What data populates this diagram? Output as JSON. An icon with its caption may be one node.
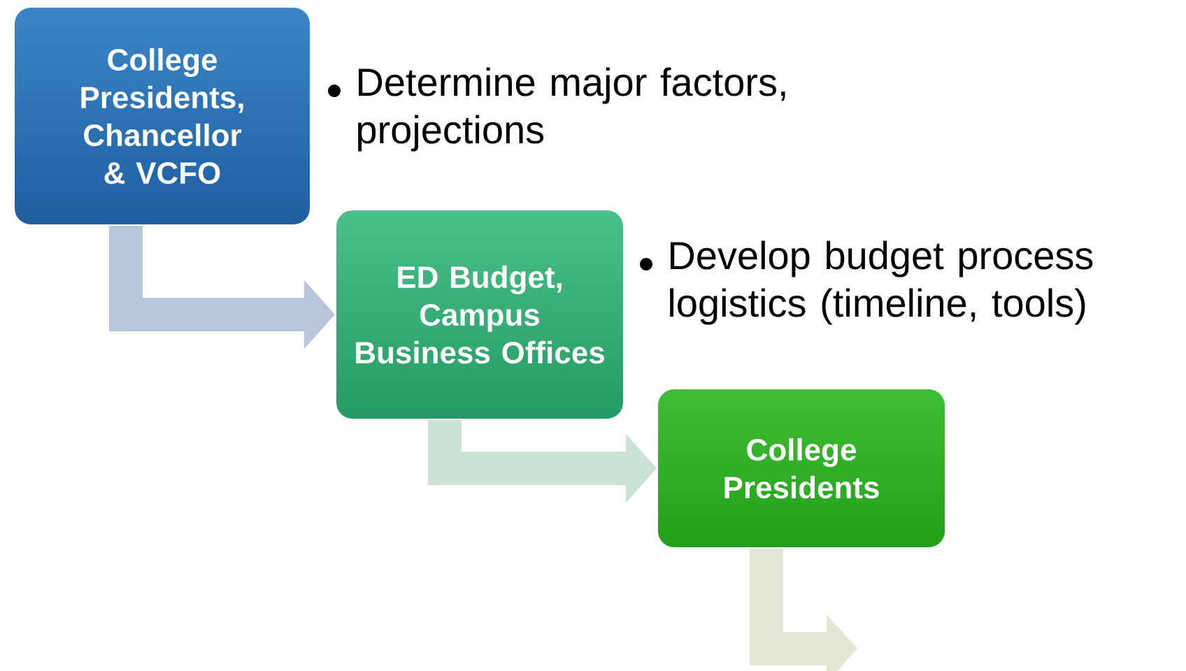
{
  "diagram": {
    "nodes": [
      {
        "text": [
          "College Presidents, Chancellor & VCFO"
        ],
        "beside": [
          "Determine major factors, projections"
        ]
      },
      {
        "text": [
          "ED Budget, Campus Business Offices"
        ],
        "beside": [
          "Develop budget process logistics (timeline, tools)"
        ]
      },
      {
        "text": [
          "College Presidents"
        ]
      }
    ],
    "edges": [
      {
        "from": 0,
        "to": 1,
        "arrow": "to",
        "color": "#b9c5da"
      },
      {
        "from": 1,
        "to": 2,
        "arrow": "to",
        "color": "#c9e2d5"
      },
      {
        "from": 2,
        "to": null,
        "arrow": "to",
        "color": "#e3e6d3"
      }
    ]
  }
}
